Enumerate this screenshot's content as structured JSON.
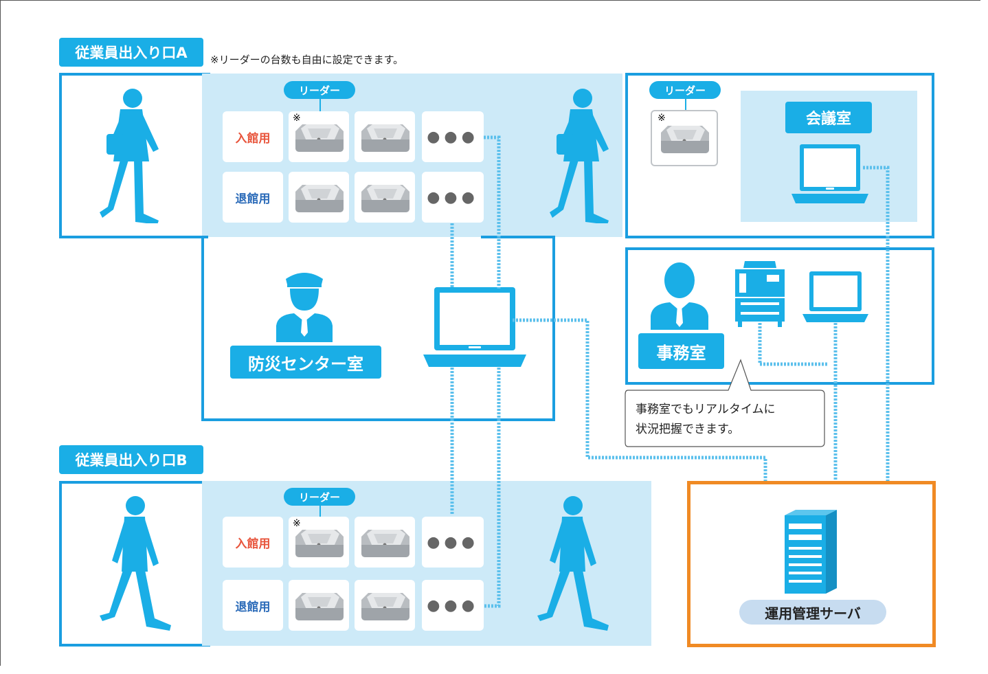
{
  "entrance_a": {
    "title": "従業員出入り口A",
    "note": "※リーダーの台数も自由に設定できます。"
  },
  "entrance_b": {
    "title": "従業員出入り口B"
  },
  "reader_label": "リーダー",
  "asterisk": "※",
  "entry_label": "入館用",
  "exit_label": "退館用",
  "ellipsis": "●●●",
  "meeting_room": "会議室",
  "security_room": "防災センター室",
  "office": "事務室",
  "callout": {
    "line1": "事務室でもリアルタイムに",
    "line2": "状況把握できます。"
  },
  "server": "運用管理サーバ",
  "colors": {
    "brand_blue": "#1aaee6",
    "frame_blue": "#1a9ee0",
    "light_bg": "#cdeaf8",
    "entry_red": "#e8553c",
    "exit_blue": "#2a6ab8",
    "server_orange": "#f08a24",
    "server_pill": "#c7dcf0"
  }
}
